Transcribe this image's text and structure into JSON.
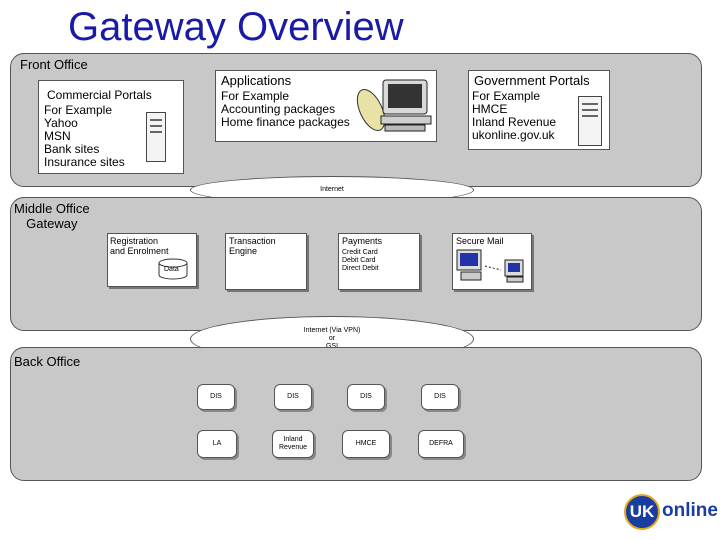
{
  "title": "Gateway Overview",
  "front_office": {
    "label": "Front Office",
    "commercial": {
      "heading": "Commercial Portals",
      "lines": [
        "For Example",
        "Yahoo",
        "MSN",
        "Bank sites",
        "Insurance sites"
      ]
    },
    "applications": {
      "heading": "Applications",
      "lines": [
        "For Example",
        "Accounting packages",
        "Home finance packages"
      ]
    },
    "government": {
      "heading": "Government Portals",
      "lines": [
        "For Example",
        "HMCE",
        "Inland Revenue",
        "ukonline.gov.uk"
      ]
    }
  },
  "internet_cloud": "Internet",
  "middle_office": {
    "label_line1": "Middle Office",
    "label_line2": "Gateway",
    "registration": [
      "Registration",
      "and Enrolment"
    ],
    "data": "Data",
    "transaction": [
      "Transaction",
      "Engine"
    ],
    "payments": {
      "heading": "Payments",
      "lines": [
        "Credit Card",
        "Debit Card",
        "Direct Debit"
      ]
    },
    "secure_mail": "Secure Mail"
  },
  "vpn_cloud": [
    "Internet (Via VPN)",
    "or",
    "GSI"
  ],
  "back_office": {
    "label": "Back Office",
    "dis_nodes": [
      "DIS",
      "DIS",
      "DIS",
      "DIS"
    ],
    "dept_nodes": [
      "LA",
      "Inland Revenue",
      "HMCE",
      "DEFRA"
    ]
  },
  "logo": {
    "left": "UK",
    "right": "online"
  },
  "colors": {
    "title": "#1a1aa8",
    "band": "#c8c8c8",
    "logo_ring": "#1a3ea0"
  }
}
